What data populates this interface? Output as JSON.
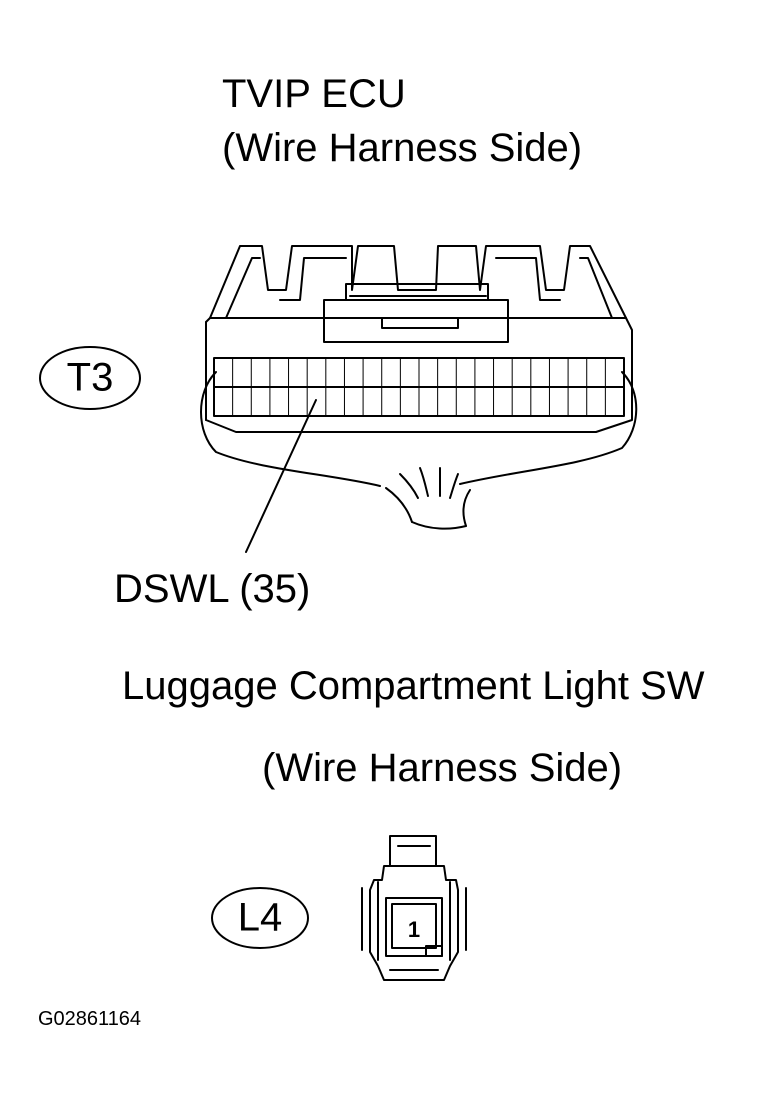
{
  "ecu_connector": {
    "title": "TVIP ECU",
    "subtitle": "(Wire Harness Side)",
    "connector_id": "T3",
    "pin_callout": "DSWL (35)"
  },
  "switch_connector": {
    "title": "Luggage Compartment Light SW",
    "subtitle": "(Wire Harness Side)",
    "connector_id": "L4",
    "pin_number": "1"
  },
  "figure_code": "G02861164"
}
